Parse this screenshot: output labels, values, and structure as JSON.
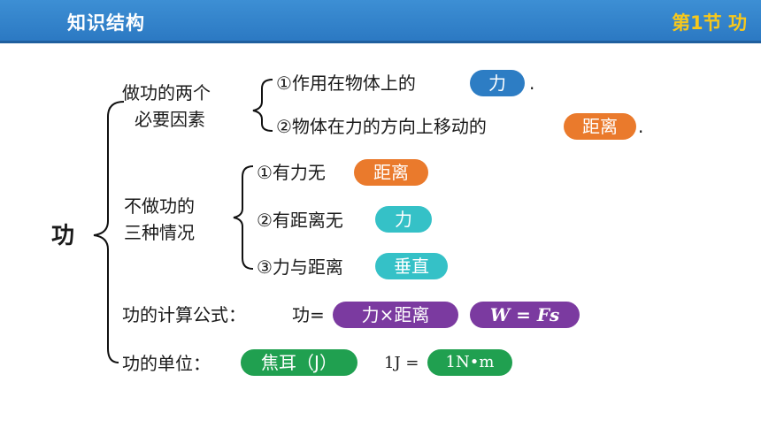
{
  "header": {
    "title": "知识结构",
    "section": "第1节 功"
  },
  "root": "功",
  "factors": {
    "label_line1": "做功的两个",
    "label_line2": "必要因素",
    "item1_text": "①作用在物体上的",
    "item1_answer": "力",
    "item1_end": ".",
    "item2_text": "②物体在力的方向上移动的",
    "item2_answer": "距离",
    "item2_end": "."
  },
  "no_work": {
    "label_line1": "不做功的",
    "label_line2": "三种情况",
    "case1_text": "①有力无",
    "case1_answer": "距离",
    "case2_text": "②有距离无",
    "case2_answer": "力",
    "case3_text": "③力与距离",
    "case3_answer": "垂直"
  },
  "formula": {
    "label": "功的计算公式：",
    "prefix": "功=",
    "answer1": "力×距离",
    "answer2": "W = Fs"
  },
  "unit": {
    "label": "功的单位：",
    "answer1": "焦耳（J）",
    "equation_text": "1J =",
    "answer2": "1N•m"
  },
  "colors": {
    "header_bg": "#2b78c2",
    "section_title": "#f7c81c",
    "pill_blue": "#2d7dc4",
    "pill_orange": "#ea7a2c",
    "pill_teal": "#35c1c7",
    "pill_purple": "#7b3aa0",
    "pill_green": "#20a050"
  }
}
